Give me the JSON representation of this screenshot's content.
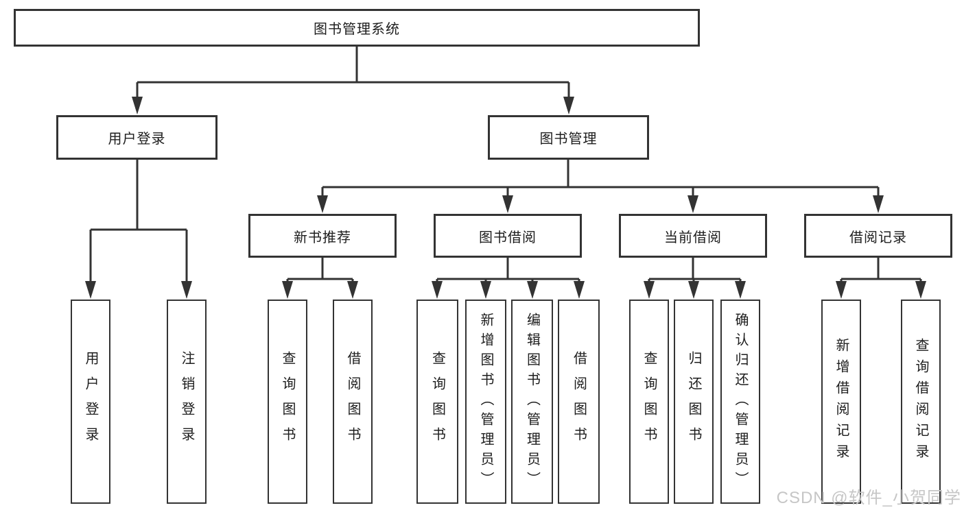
{
  "diagram": {
    "title": "图书管理系统",
    "type": "functional-structure-tree",
    "colors": {
      "line": "#333333",
      "text": "#1d1d1d",
      "background": "#ffffff",
      "watermark": "#c6c6c6"
    },
    "tree": {
      "label": "图书管理系统",
      "children": [
        {
          "label": "用户登录",
          "children": [
            {
              "label": "用户登录"
            },
            {
              "label": "注销登录"
            }
          ]
        },
        {
          "label": "图书管理",
          "children": [
            {
              "label": "新书推荐",
              "children": [
                {
                  "label": "查询图书"
                },
                {
                  "label": "借阅图书"
                }
              ]
            },
            {
              "label": "图书借阅",
              "children": [
                {
                  "label": "查询图书"
                },
                {
                  "label": "新增图书（管理员）"
                },
                {
                  "label": "编辑图书（管理员）"
                },
                {
                  "label": "借阅图书"
                }
              ]
            },
            {
              "label": "当前借阅",
              "children": [
                {
                  "label": "查询图书"
                },
                {
                  "label": "归还图书"
                },
                {
                  "label": "确认归还（管理员）"
                }
              ]
            },
            {
              "label": "借阅记录",
              "children": [
                {
                  "label": "新增借阅记录"
                },
                {
                  "label": "查询借阅记录"
                }
              ]
            }
          ]
        }
      ]
    },
    "watermark": {
      "text": "CSDN @软件_小贺同学"
    }
  }
}
